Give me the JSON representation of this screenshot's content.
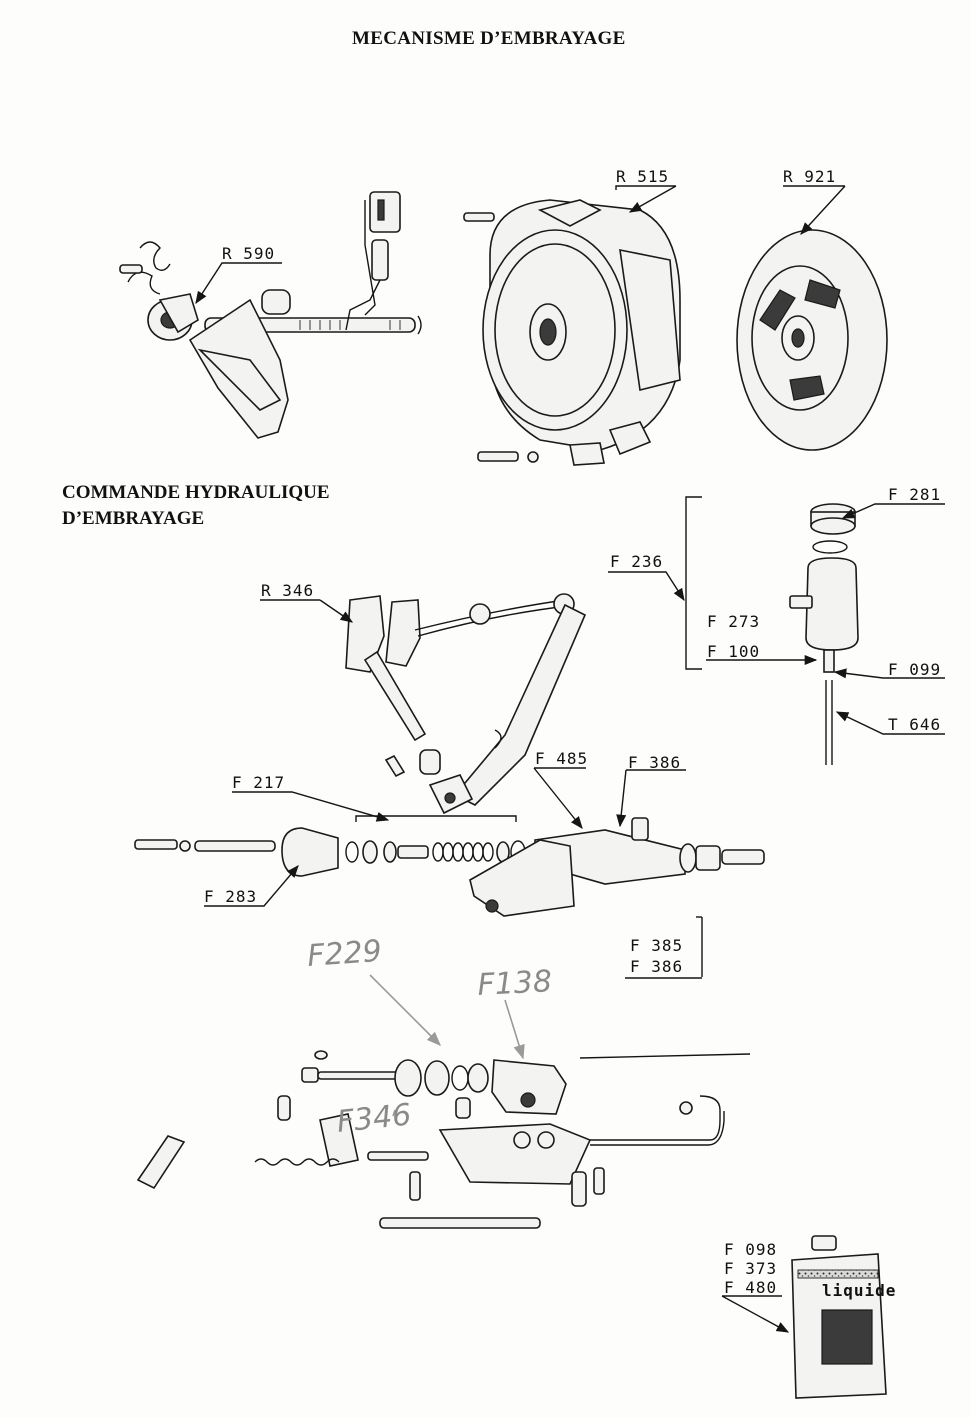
{
  "titles": {
    "main": "MECANISME D’EMBRAYAGE",
    "sub_line1": "COMMANDE HYDRAULIQUE",
    "sub_line2": "D’EMBRAYAGE"
  },
  "references": {
    "r590": "R 590",
    "r515": "R 515",
    "r921": "R 921",
    "f281": "F 281",
    "f236": "F 236",
    "f273": "F 273",
    "f100": "F 100",
    "f099": "F 099",
    "t646": "T 646",
    "r346": "R 346",
    "f485": "F 485",
    "f386a": "F 386",
    "f217": "F 217",
    "f283": "F 283",
    "f385": "F 385",
    "f386b": "F 386",
    "f098": "F 098",
    "f373": "F 373",
    "f480": "F 480"
  },
  "handwritten": {
    "f229": "F229",
    "f138": "F138",
    "f346": "F346"
  },
  "can_label": "liquide"
}
